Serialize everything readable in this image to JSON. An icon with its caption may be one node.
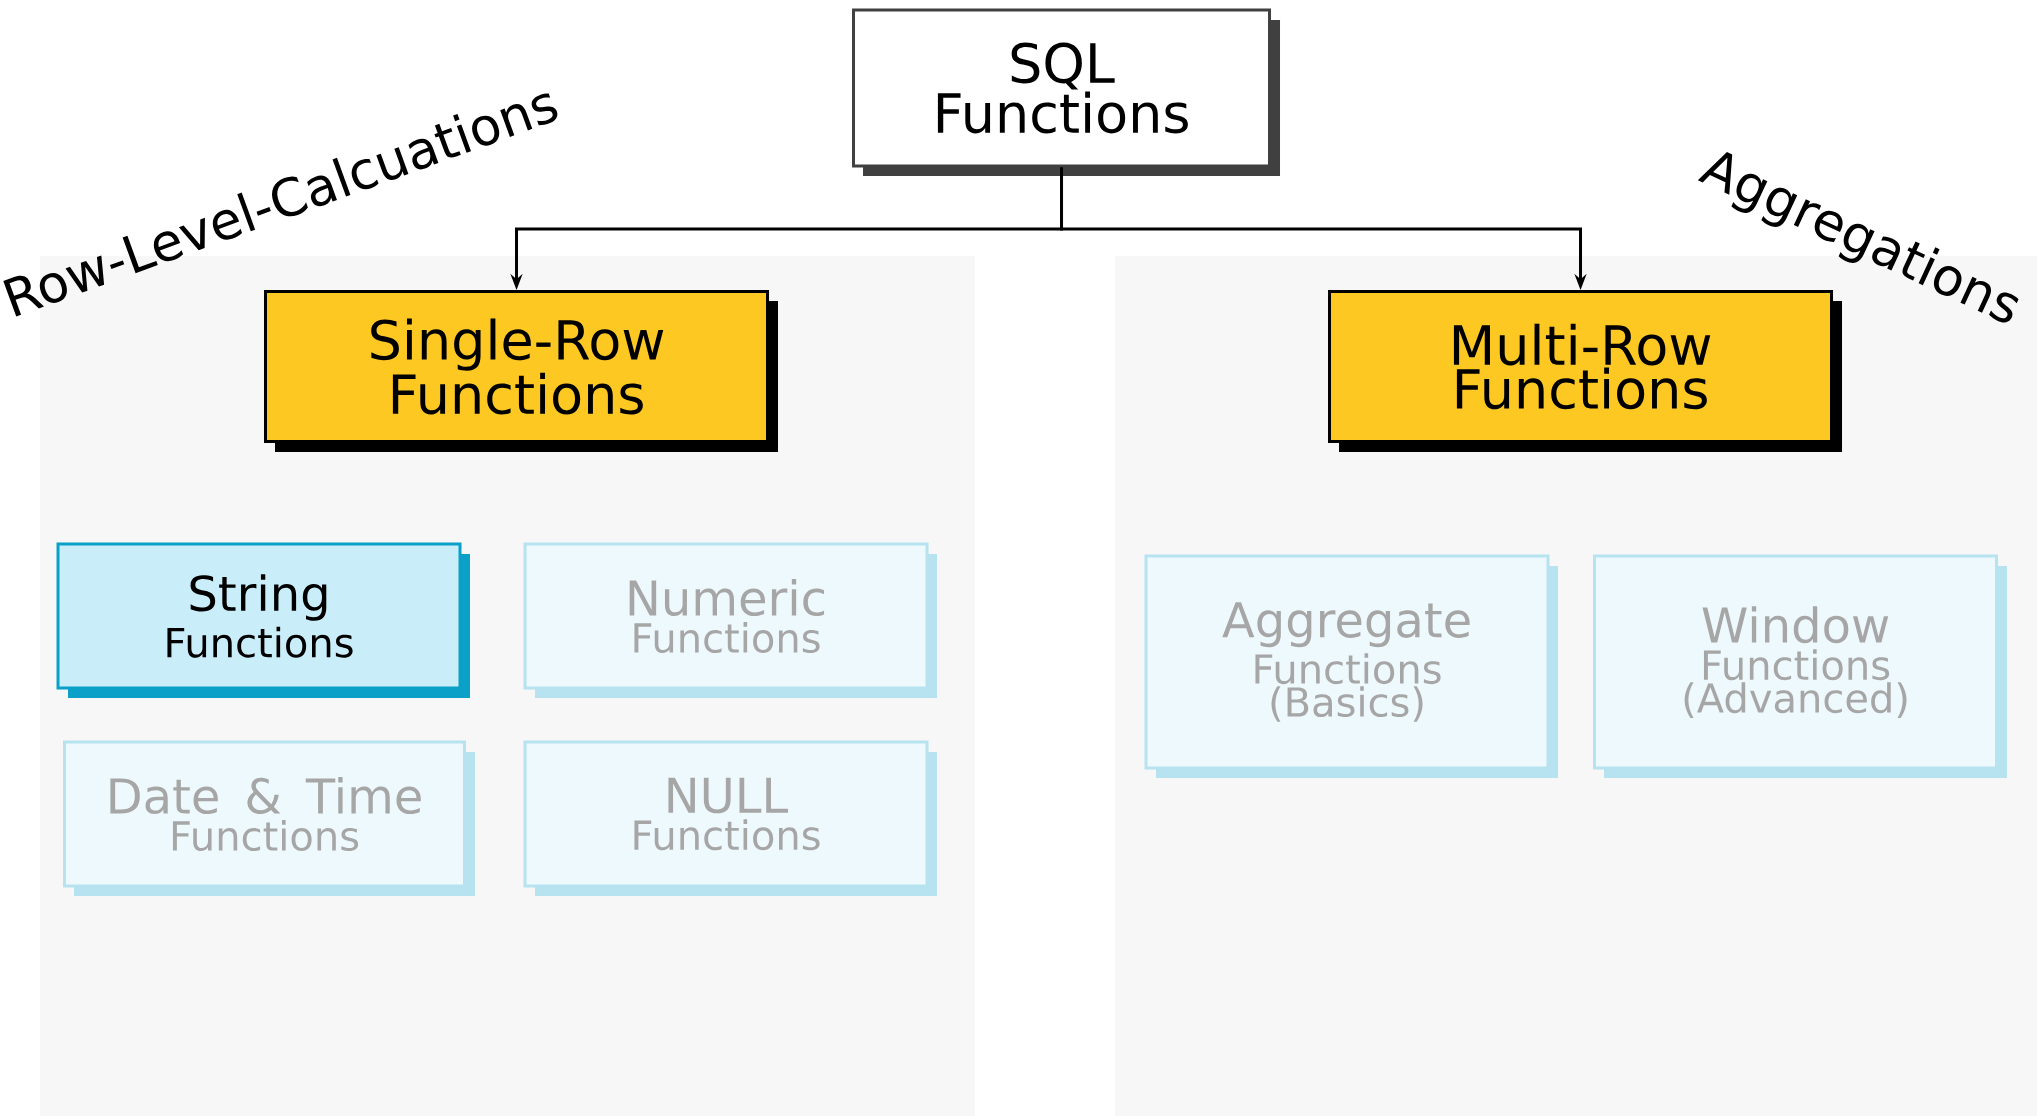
{
  "diagram": {
    "nodes": [
      {
        "text": [
          "SQL Functions"
        ]
      },
      {
        "text": [
          "Single-Row Functions"
        ]
      },
      {
        "text": [
          "Multi-Row Functions"
        ]
      },
      {
        "text": [
          "String",
          "Functions"
        ]
      },
      {
        "text": [
          "Numeric",
          "Functions"
        ]
      },
      {
        "text": [
          "Date & Time",
          "Functions"
        ]
      },
      {
        "text": [
          "NULL",
          "Functions"
        ]
      },
      {
        "text": [
          "Aggregate",
          "Functions (Basics)"
        ]
      },
      {
        "text": [
          "Window",
          "Functions (Advanced)"
        ]
      }
    ],
    "edges": [
      {
        "from": 0,
        "to": 1,
        "arrow": "to"
      },
      {
        "from": 0,
        "to": 2,
        "arrow": "to"
      }
    ],
    "labels": [
      "Row-Level-Calcuations",
      "Aggregations"
    ]
  }
}
